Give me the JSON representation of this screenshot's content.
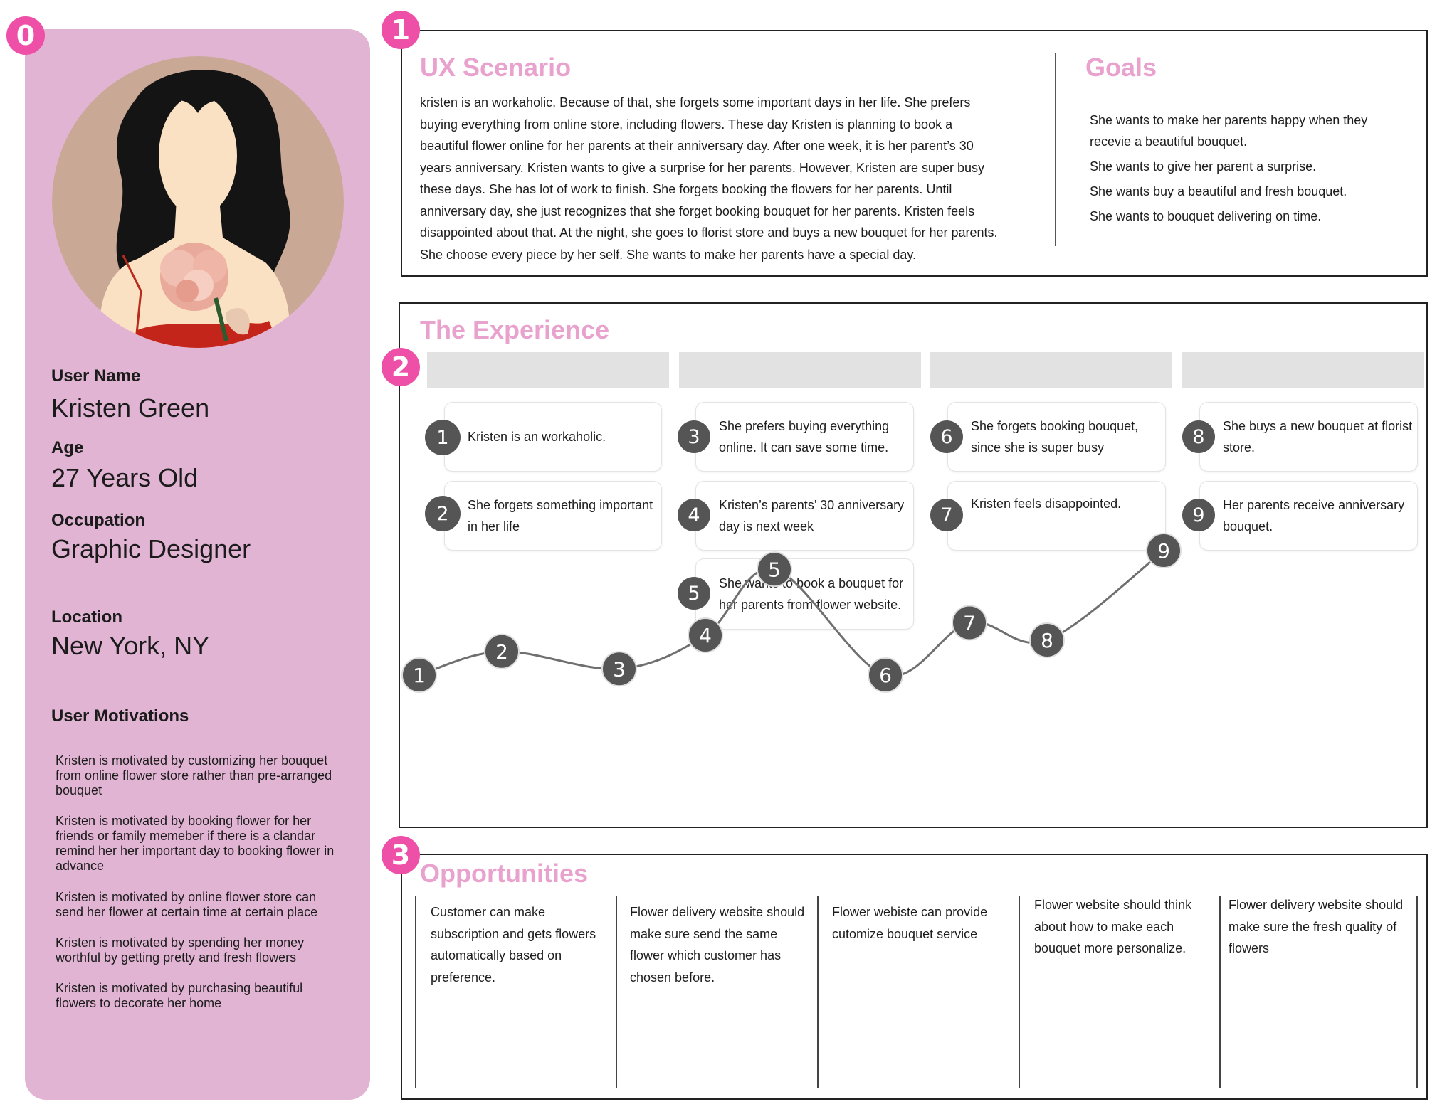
{
  "badges": [
    "0",
    "1",
    "2",
    "3"
  ],
  "colors": {
    "accent": "#ee4fa7",
    "persona_bg": "#e1b4d3",
    "heading_pink": "#e8a2cd",
    "step_gray": "#555555"
  },
  "persona": {
    "avatar_icon": "woman-with-peony-illustration",
    "user_name_label": "User Name",
    "user_name": "Kristen Green",
    "age_label": "Age",
    "age": "27 Years Old",
    "occupation_label": "Occupation",
    "occupation": "Graphic Designer",
    "location_label": "Location",
    "location": "New York, NY",
    "motivations_label": "User Motivations",
    "motivations": [
      "Kristen is motivated by customizing her bouquet from online flower store rather than pre-arranged bouquet",
      "Kristen is motivated by booking flower for her friends or family memeber if there is a clandar remind her her important day to booking flower in advance",
      "Kristen is motivated by online flower store can send her flower at certain time at certain place",
      "Kristen is motivated by spending her money worthful by getting pretty and fresh flowers",
      "Kristen is motivated by purchasing beautiful flowers to decorate her home"
    ]
  },
  "scenario": {
    "title": "UX Scenario",
    "text": "kristen is an workaholic. Because of that, she forgets some important days in her life. She prefers buying everything from online store, including flowers. These day Kristen is planning to book a beautiful flower online for her parents at their anniversary day. After one week, it is her parent’s 30 years anniversary. Kristen wants to give a surprise for her parents. However, Kristen are super busy these days. She has lot of work to finish. She forgets booking the flowers for her parents. Until anniversary day, she just recognizes that she forget booking bouquet for her parents. Kristen feels disappointed about that. At the night, she goes to florist store and buys a new bouquet for her parents. She choose every piece by her self. She wants to make her parents have a special day."
  },
  "goals": {
    "title": "Goals",
    "items": [
      "She wants to make her parents happy when they recevie a beautiful bouquet.",
      "She wants to give her parent a surprise.",
      "She wants  buy a beautiful and fresh bouquet.",
      "She wants to bouquet delivering on time."
    ]
  },
  "experience": {
    "title": "The Experience",
    "stages": [
      "",
      "",
      "",
      ""
    ],
    "steps": [
      {
        "num": "1",
        "text": "Kristen is an workaholic."
      },
      {
        "num": "2",
        "text": "She forgets something important in her life"
      },
      {
        "num": "3",
        "text": "She prefers buying everything online. It can save some time."
      },
      {
        "num": "4",
        "text": "Kristen’s parents’ 30 anniversary day is next week"
      },
      {
        "num": "5",
        "text": "She wants to book a bouquet for her parents from flower website."
      },
      {
        "num": "6",
        "text": "She forgets booking bouquet, since she is super busy"
      },
      {
        "num": "7",
        "text": "Kristen feels disappointed."
      },
      {
        "num": "8",
        "text": "She buys a new bouquet at florist store."
      },
      {
        "num": "9",
        "text": "Her parents receive anniversary bouquet."
      }
    ],
    "emotion_levels": [
      {
        "step": "1",
        "level": 0.0
      },
      {
        "step": "2",
        "level": 0.19
      },
      {
        "step": "3",
        "level": 0.05
      },
      {
        "step": "4",
        "level": 0.32
      },
      {
        "step": "5",
        "level": 0.85
      },
      {
        "step": "6",
        "level": 0.0
      },
      {
        "step": "7",
        "level": 0.42
      },
      {
        "step": "8",
        "level": 0.28
      },
      {
        "step": "9",
        "level": 1.0
      }
    ]
  },
  "opportunities": {
    "title": "Opportunities",
    "items": [
      "Customer can make subscription and gets flowers automatically based on preference.",
      "Flower delivery website should make sure send the same flower which customer has chosen before.",
      "Flower webiste can provide cutomize bouquet service",
      "Flower website should think about how to make each bouquet more personalize.",
      "Flower delivery website should make sure the fresh quality of flowers"
    ]
  }
}
